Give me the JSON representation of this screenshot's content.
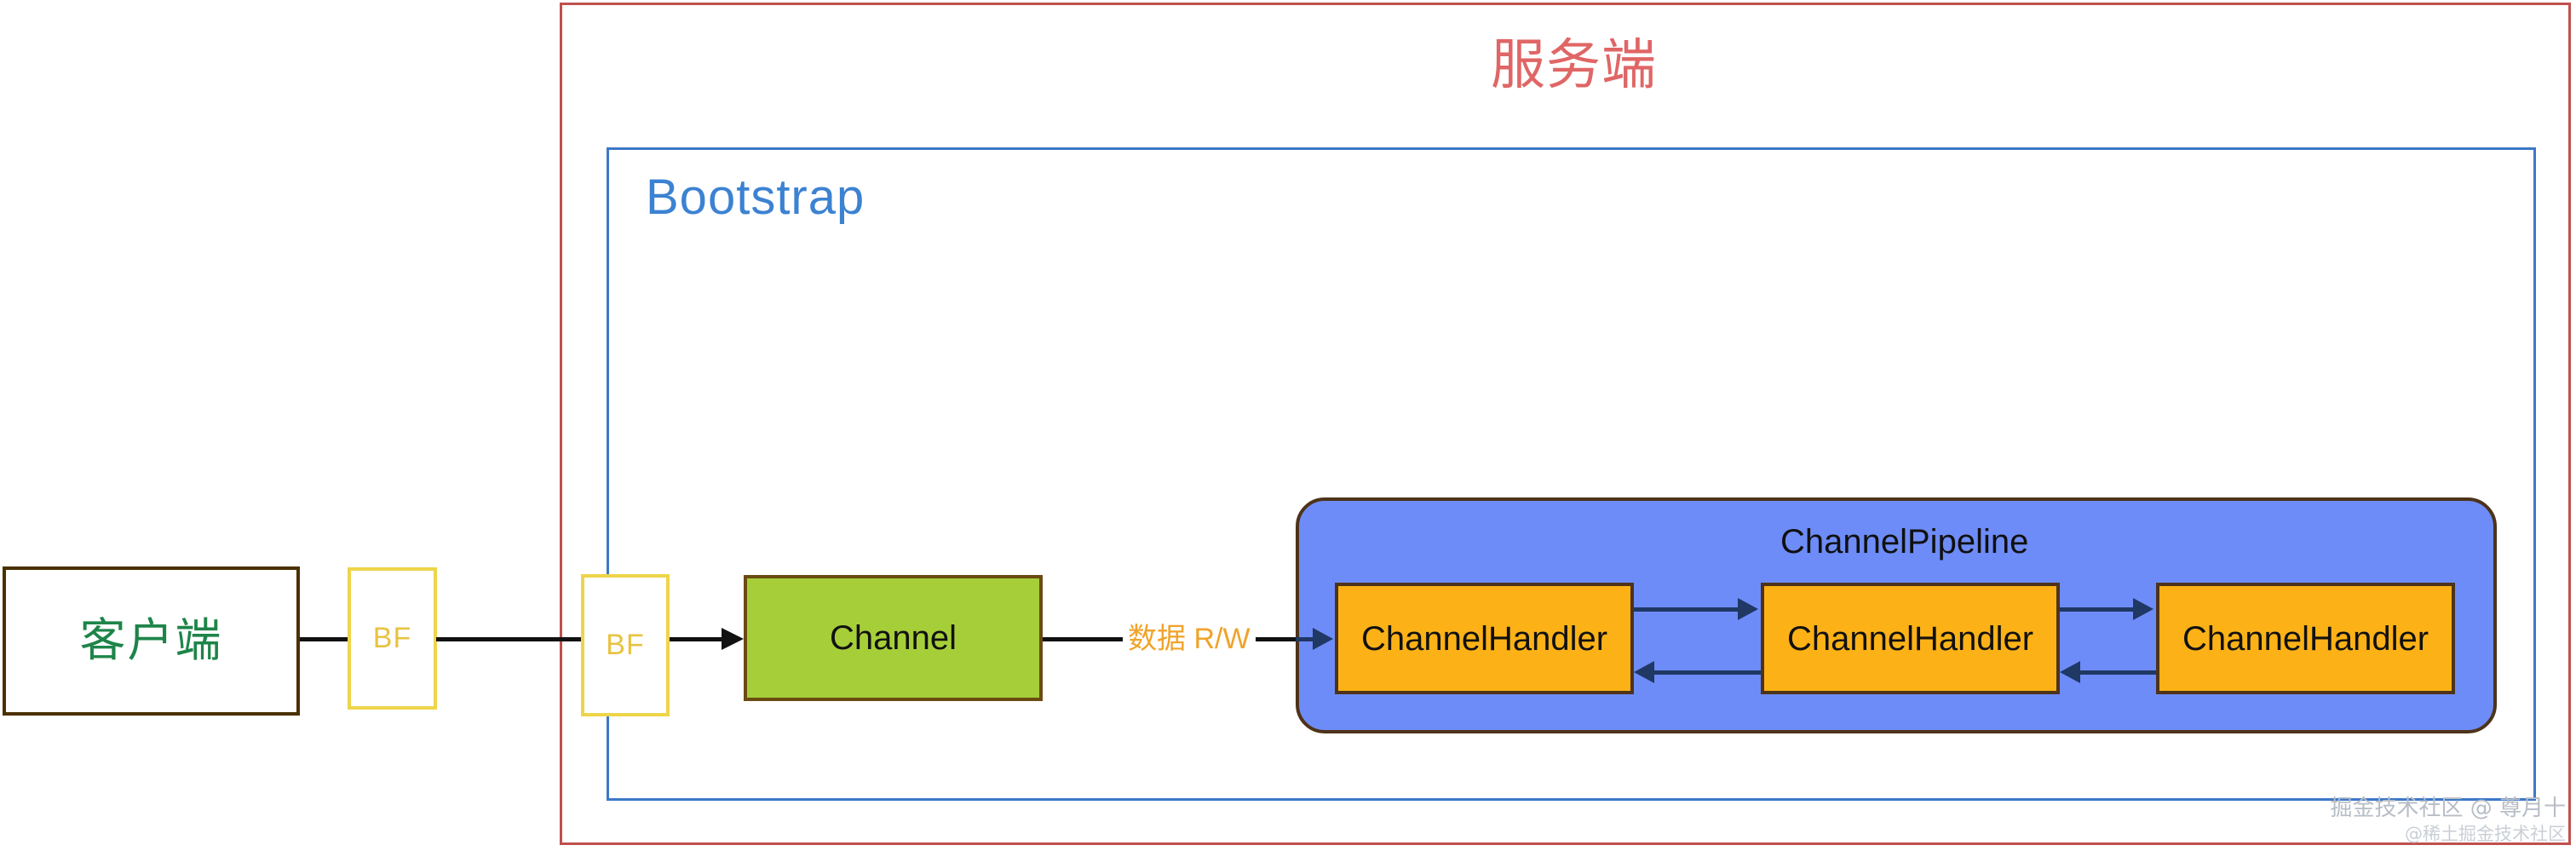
{
  "diagram": {
    "title_server": "服务端",
    "title_bootstrap": "Bootstrap",
    "title_pipeline": "ChannelPipeline",
    "nodes": {
      "client": "客户端",
      "bf_left": "BF",
      "bf_right": "BF",
      "channel": "Channel",
      "handlers": [
        "ChannelHandler",
        "ChannelHandler",
        "ChannelHandler"
      ]
    },
    "edges": {
      "data_rw": "数据 R/W"
    },
    "colors": {
      "server_frame": "#c0504d",
      "server_title": "#e06666",
      "bootstrap_frame": "#3c78c8",
      "bootstrap_title": "#3c82d2",
      "client_border": "#4a3000",
      "client_text": "#1e8449",
      "bf_border": "#eed54a",
      "bf_text": "#e8c341",
      "channel_fill": "#a6ce39",
      "channel_border": "#6b4b12",
      "pipeline_fill": "#6e8cf7",
      "pipeline_border": "#4d3319",
      "handler_fill": "#fcb216",
      "handler_border": "#4d3319",
      "arrow_black": "#111111",
      "arrow_navy": "#1f3864",
      "data_rw_text": "#f0a32a",
      "watermark": "#b7bdc6"
    }
  },
  "watermark": {
    "main": "掘金技术社区 @ 尊月十",
    "sub": "@稀土掘金技术社区"
  }
}
